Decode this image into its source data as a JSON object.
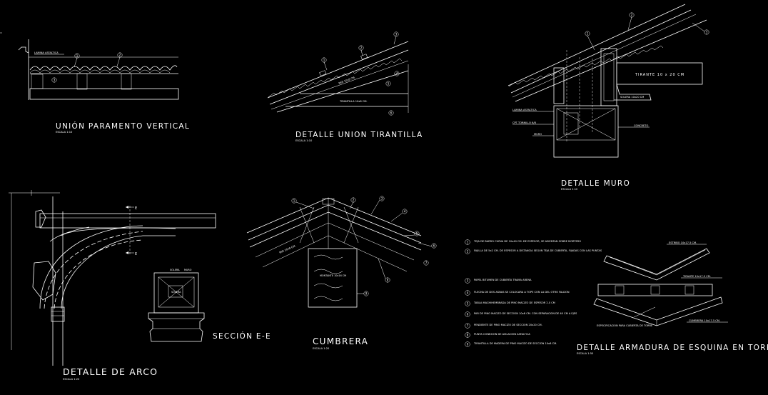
{
  "titles": {
    "union_vertical": "UNIÓN PARAMENTO VERTICAL",
    "union_tirantilla": "DETALLE UNION TIRANTILLA",
    "muro": "DETALLE MURO",
    "arco": "DETALLE DE ARCO",
    "seccion": "SECCIÓN E-E",
    "cumbrera": "CUMBRERA",
    "armadura": "DETALLE ARMADURA DE ESQUINA EN TORRE"
  },
  "scales": {
    "union_vertical": "ESCALA 1:10",
    "union_tirantilla": "ESCALA 1:10",
    "muro": "ESCALA 1:10",
    "arco": "ESCALA 1:20",
    "cumbrera": "ESCALA 1:20",
    "armadura": "ESCALA 1:50"
  },
  "labels": {
    "lamina": "LAMINA ASFALTICA",
    "par": "PAR 10x8 CM.",
    "tirantilla": "TIRANTILLA 10x8 CM.",
    "tirante": "TIRANTE 10 x 20 CM",
    "solera": "SOLERA 10x20 CM",
    "muro_label1": "LAMINA ASFALTICA",
    "muro_label2": "CPT TORNILLO 6/8",
    "muro_label3": "MURO",
    "muro_label4": "CONCRETO",
    "mon": "MONTANTE 10x16 CM",
    "par_cumb": "PAR 10x8 CM.",
    "arm1": "ESTRIBO 10x17.5 CM.",
    "arm2": "TIRANTE 10x17.5 CM.",
    "arm3": "CUMBRERA 10x17.5 CM.",
    "arm4": "ESPECIFICACION PARA CUBIERTA DE TORRE"
  },
  "notes": [
    {
      "n": "1",
      "text": "TEJA DE BARRO CURVA DE 10x40 CM. DE ESPESOR, SE ASIENTAN SOBRE MORTERO"
    },
    {
      "n": "2",
      "text": "FAJILLA DE 5x2 CM. DE ESPESOR A DISTANCIA SEGUN TEJA DE CUBIERTA, FIJADAS CON LAS PUNTAS"
    },
    {
      "n": "3",
      "text": "PAPEL BITUMEN DE CUBIERTA TRAMA ARENA"
    },
    {
      "n": "4",
      "text": "FLECHA DE DOS ASNAS SE COLOCARA A TOPE CON LA DEL OTRO FALDON"
    },
    {
      "n": "5",
      "text": "TABLA MACHIHEMBRADA DE PINO MACIZO DE ESPESOR 2.0 CM"
    },
    {
      "n": "6",
      "text": "PAR DE PINO MACIZO DE SECCION 10x8 CM. CON SEPARACION DE 40 CM A EJES"
    },
    {
      "n": "7",
      "text": "PENDIENTE DE PINO MACIZO DE SECCION 20x20 CM."
    },
    {
      "n": "8",
      "text": "PUNTA CONEXION DE AISLACION ASFALTICA"
    },
    {
      "n": "9",
      "text": "TIRANTILLA DE MADERA DE PINO MACIZO DE SECCION 10x8 CM."
    }
  ],
  "callouts": [
    "1",
    "2",
    "3",
    "4",
    "5",
    "6",
    "7",
    "8",
    "9"
  ],
  "section_marks": {
    "e_upper": "E",
    "e_lower": "E"
  }
}
